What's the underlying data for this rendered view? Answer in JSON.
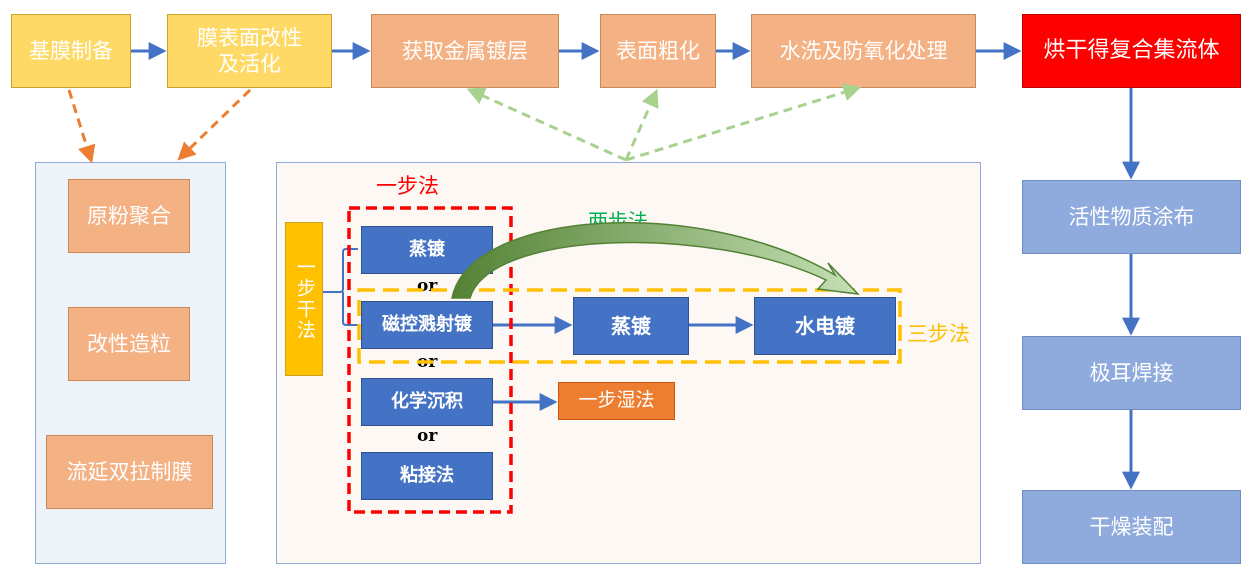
{
  "top_flow": {
    "step1": "基膜制备",
    "step2": "膜表面改性\n及活化",
    "step3": "获取金属镀层",
    "step4": "表面粗化",
    "step5": "水洗及防氧化处理",
    "step6": "烘干得复合集流体"
  },
  "left_panel": {
    "item1": "原粉聚合",
    "item2": "改性造粒",
    "item3": "流延双拉制膜"
  },
  "right_flow": {
    "item1": "活性物质涂布",
    "item2": "极耳焊接",
    "item3": "干燥装配"
  },
  "center": {
    "one_step_label": "一步法",
    "two_step_label": "两步法",
    "three_step_label": "三步法",
    "dry_method": "一步干法",
    "evaporation": "蒸镀",
    "magnetron": "磁控溅射镀",
    "chemical": "化学沉积",
    "bonding": "粘接法",
    "evaporation2": "蒸镀",
    "electroplating": "水电镀",
    "wet_method": "一步湿法",
    "or1": "or",
    "or2": "or",
    "or3": "or"
  },
  "colors": {
    "yellow": "#ffd966",
    "peach": "#f4b183",
    "red": "#ff0000",
    "light_blue": "#8faadc",
    "dark_blue": "#4472c4",
    "orange": "#ed7d31",
    "green": "#70ad47",
    "gold": "#ffc000",
    "arrow_blue": "#4472c4",
    "arrow_orange_dashed": "#ed7d31",
    "arrow_green_dashed": "#a9d18e"
  }
}
